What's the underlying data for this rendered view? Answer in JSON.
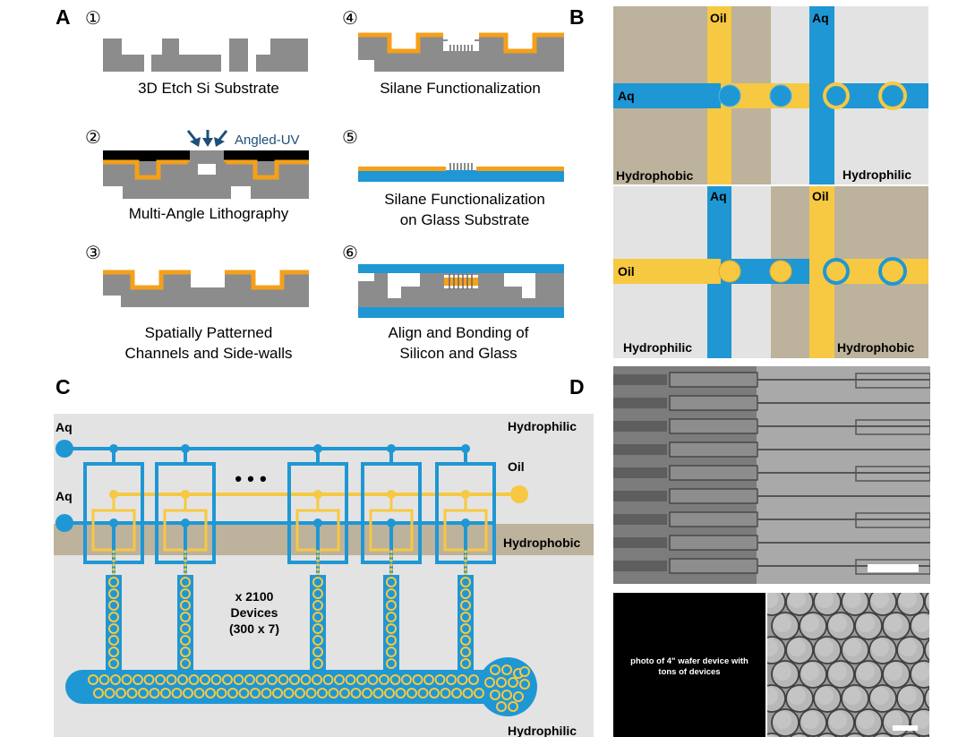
{
  "panels": {
    "a": "A",
    "b": "B",
    "c": "C",
    "d": "D"
  },
  "panel_a": {
    "steps": [
      {
        "num": "①",
        "line1": "3D Etch Si Substrate",
        "line2": ""
      },
      {
        "num": "②",
        "line1": "Multi-Angle Lithography",
        "line2": "",
        "uv_label": "Angled-UV"
      },
      {
        "num": "③",
        "line1": "Spatially Patterned",
        "line2": "Channels and Side-walls"
      },
      {
        "num": "④",
        "line1": "Silane Functionalization",
        "line2": ""
      },
      {
        "num": "⑤",
        "line1": "Silane Functionalization",
        "line2": "on Glass Substrate"
      },
      {
        "num": "⑥",
        "line1": "Align and Bonding of",
        "line2": "Silicon and Glass"
      }
    ]
  },
  "panel_b": {
    "top": {
      "oil": "Oil",
      "aq_top": "Aq",
      "aq_left": "Aq",
      "left_label": "Hydrophobic",
      "right_label": "Hydrophilic"
    },
    "bottom": {
      "aq_top": "Aq",
      "oil_top": "Oil",
      "oil_left": "Oil",
      "left_label": "Hydrophilic",
      "right_label": "Hydrophobic"
    }
  },
  "panel_c": {
    "aq1": "Aq",
    "aq2": "Aq",
    "oil": "Oil",
    "hydrophilic_top": "Hydrophilic",
    "hydrophobic": "Hydrophobic",
    "hydrophilic_bottom": "Hydrophilic",
    "count_line1": "x 2100",
    "count_line2": "Devices",
    "count_line3": "(300 x 7)",
    "ellipsis": "• • •"
  },
  "panel_d": {
    "placeholder_line1": "photo of 4\" wafer device with",
    "placeholder_line2": "tons of devices"
  },
  "colors": {
    "blue": "#1f97d4",
    "yellow": "#f7c842",
    "orange": "#f5a01a",
    "silicon": "#8c8c8c",
    "tan": "#bdb29b",
    "lightgray": "#e3e3e3",
    "navy": "#1d4f7a"
  }
}
